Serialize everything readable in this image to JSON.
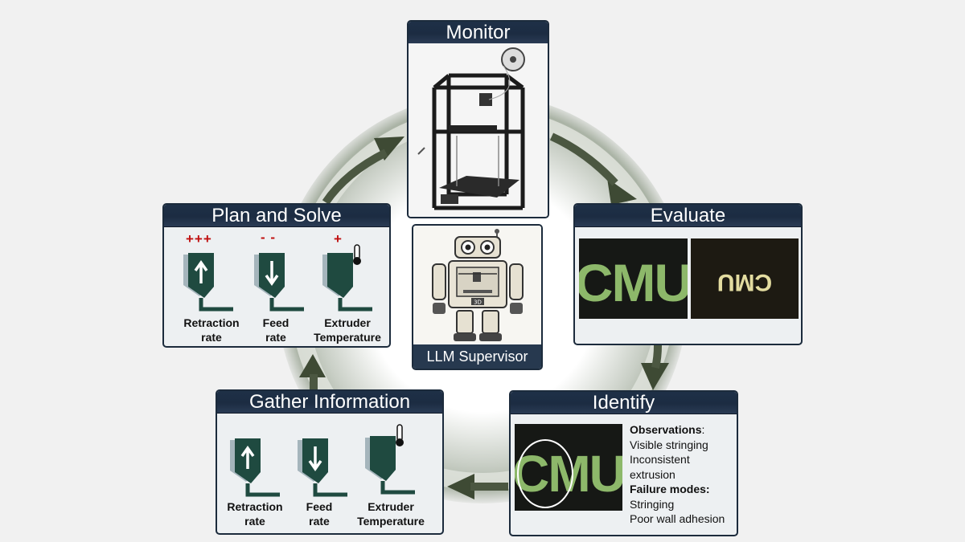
{
  "monitor": {
    "title": "Monitor"
  },
  "evaluate": {
    "title": "Evaluate",
    "photo1_text": "CMU",
    "photo2_text": "CMU"
  },
  "identify": {
    "title": "Identify",
    "photo_text": "CMU",
    "observations_heading": "Observations",
    "observations": [
      "Visible stringing",
      "Inconsistent",
      "extrusion"
    ],
    "failure_heading": "Failure modes:",
    "failures": [
      "Stringing",
      "Poor wall adhesion"
    ]
  },
  "plan_and_solve": {
    "title": "Plan and Solve",
    "deltas": [
      "+++",
      "- -",
      "+"
    ],
    "items": [
      {
        "line1": "Retraction",
        "line2": "rate"
      },
      {
        "line1": "Feed",
        "line2": "rate"
      },
      {
        "line1": "Extruder",
        "line2": "Temperature"
      }
    ]
  },
  "gather_information": {
    "title": "Gather Information",
    "items": [
      {
        "line1": "Retraction",
        "line2": "rate"
      },
      {
        "line1": "Feed",
        "line2": "rate"
      },
      {
        "line1": "Extruder",
        "line2": "Temperature"
      }
    ]
  },
  "llm_supervisor": {
    "label": "LLM Supervisor",
    "badge": "3D"
  },
  "colors": {
    "header_bg": "#1e3047",
    "box_bg": "#edf0f2",
    "nozzle_dark": "#1f4a40",
    "nozzle_light": "#a5b5bc",
    "arrow_green": "#3e4a34",
    "ring": "#d8ddd6",
    "delta_red": "#c01010",
    "cmu_green": "#8db86a"
  }
}
